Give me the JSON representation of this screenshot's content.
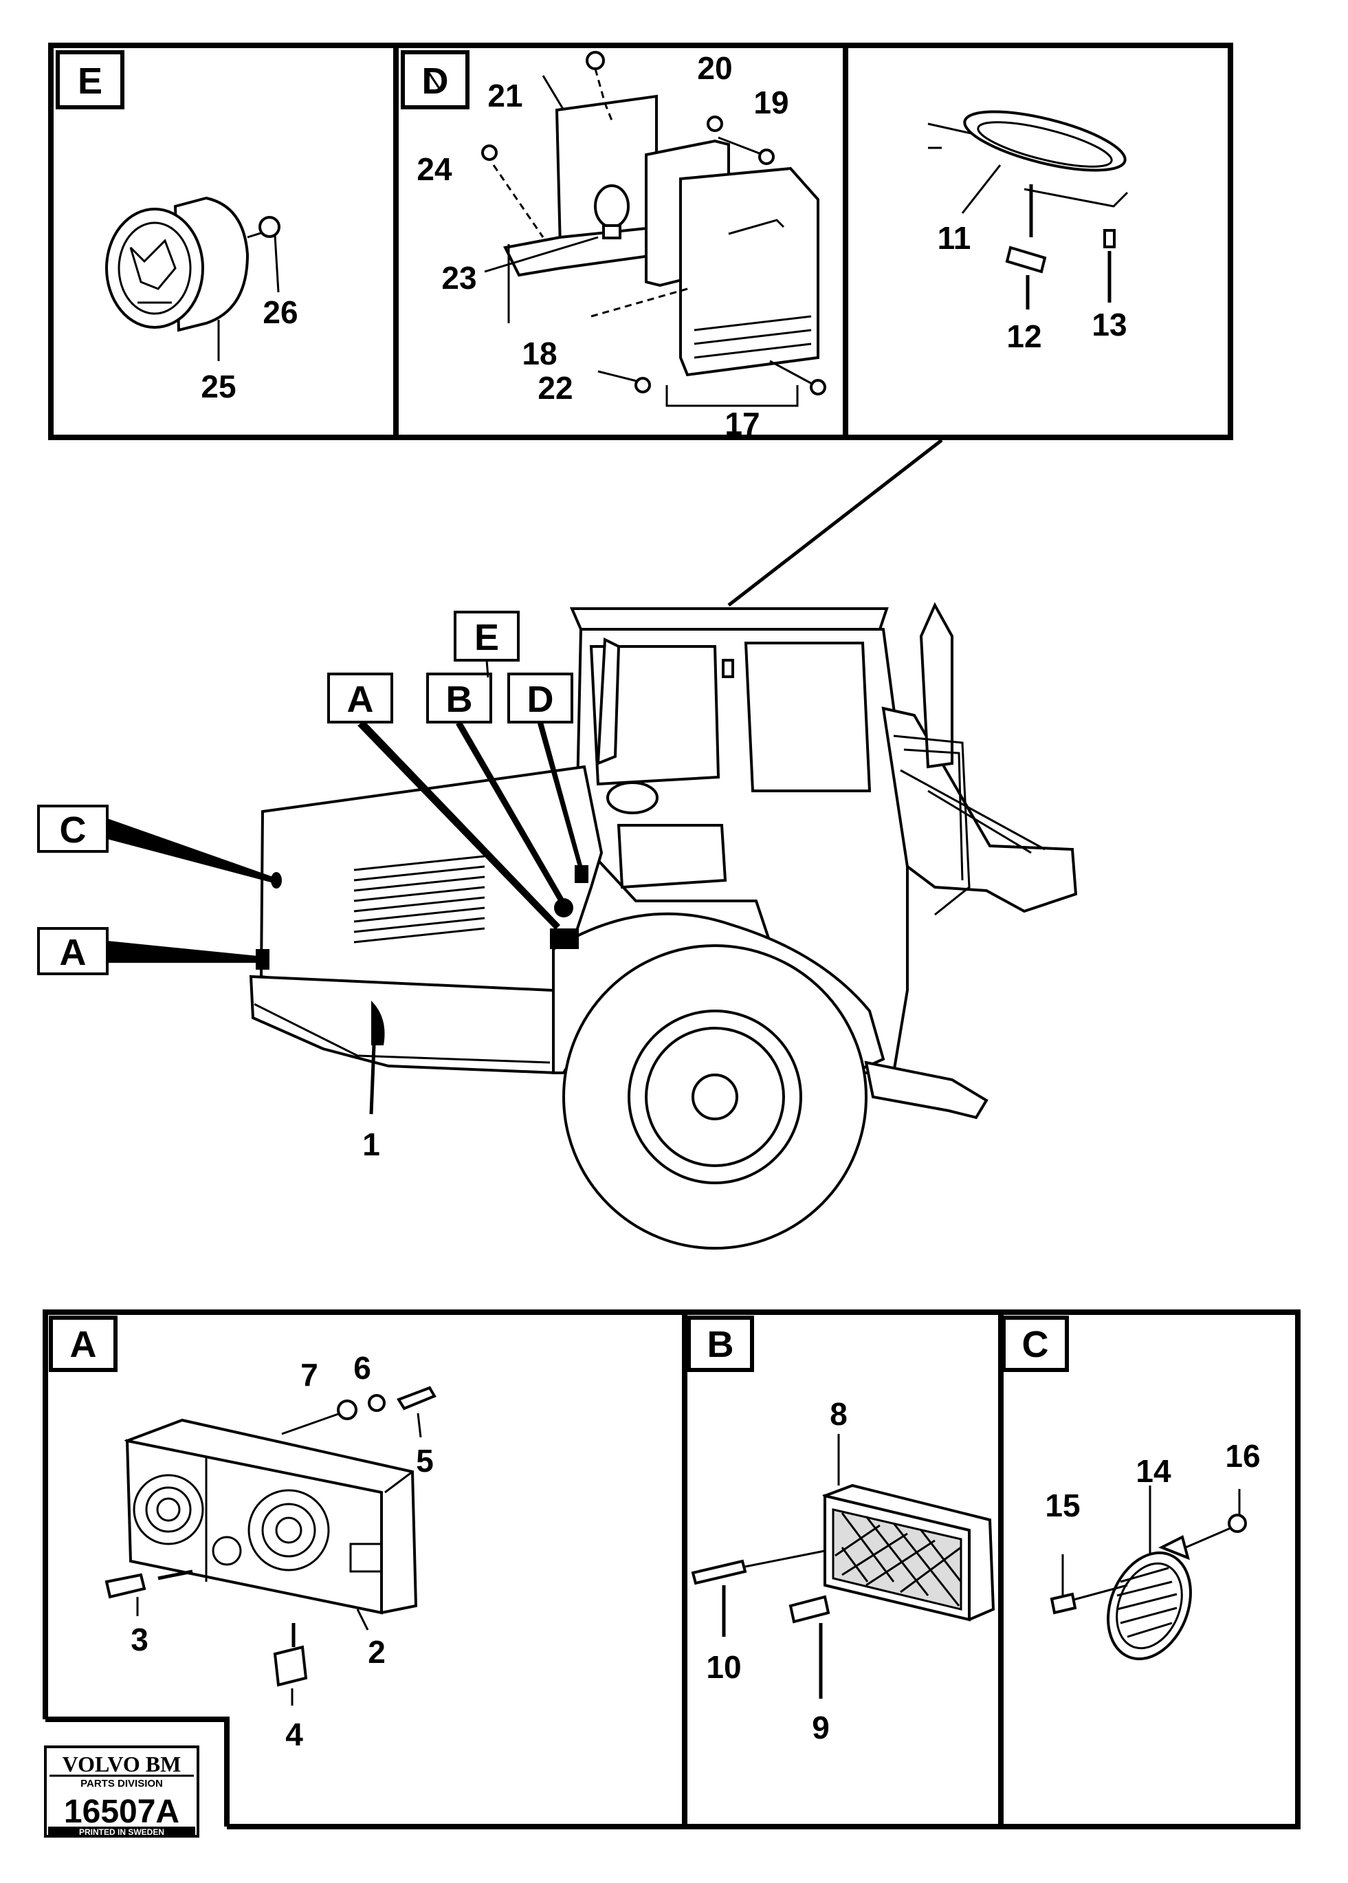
{
  "panels": {
    "E": {
      "letter": "E",
      "parts": [
        "25",
        "26"
      ]
    },
    "D": {
      "letter": "D",
      "parts": [
        "17",
        "18",
        "19",
        "20",
        "21",
        "22",
        "23",
        "24"
      ]
    },
    "top_right": {
      "parts": [
        "11",
        "12",
        "13"
      ]
    },
    "A": {
      "letter": "A",
      "parts": [
        "2",
        "3",
        "4",
        "5",
        "6",
        "7"
      ]
    },
    "B": {
      "letter": "B",
      "parts": [
        "8",
        "9",
        "10"
      ]
    },
    "C": {
      "letter": "C",
      "parts": [
        "14",
        "15",
        "16"
      ]
    }
  },
  "machine": {
    "callouts": [
      "A",
      "B",
      "D",
      "E",
      "C",
      "A"
    ],
    "part": "1"
  },
  "logo": {
    "brand": "VOLVO BM",
    "division": "PARTS DIVISION",
    "drawing_no": "16507A",
    "printed": "PRINTED IN SWEDEN"
  }
}
